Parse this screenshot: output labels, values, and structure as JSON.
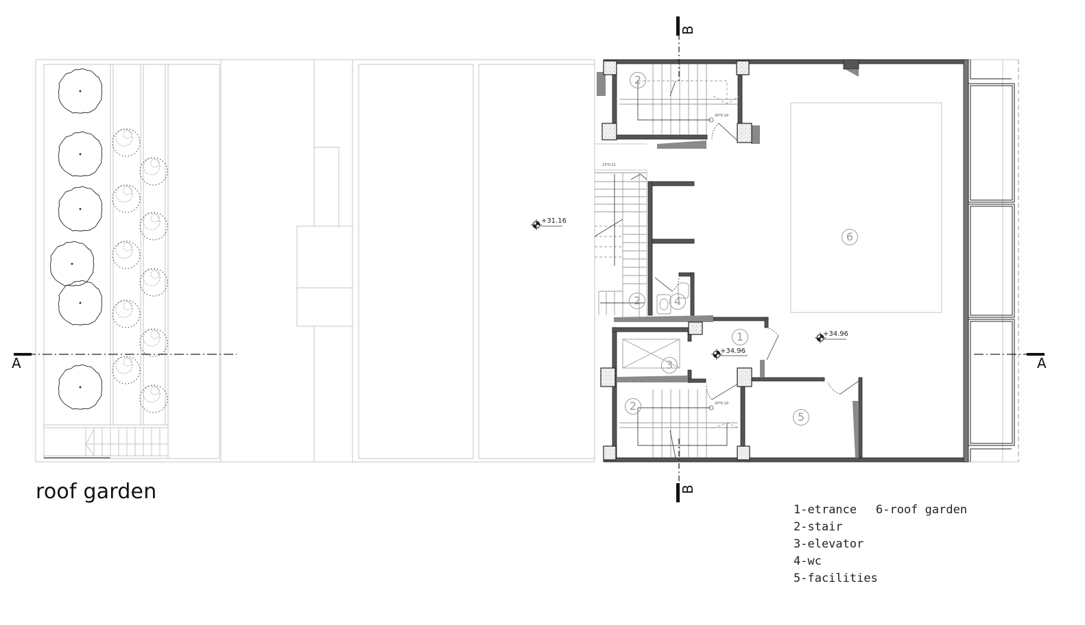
{
  "drawing": {
    "title": "roof garden",
    "type": "architectural floor plan"
  },
  "section_markers": {
    "a_left": "A",
    "a_right": "A",
    "b_top": "B",
    "b_bottom": "B"
  },
  "elevations": {
    "roof_slab": "+31.16",
    "entrance": "+34.96",
    "garden": "+34.96"
  },
  "stair_notes": {
    "upper_stair": "20*0.19",
    "lower_stair": "20*0.19",
    "side_stair": "13*0.21"
  },
  "room_numbers": {
    "stair_top": "2",
    "stair_side": "2",
    "stair_bottom": "2",
    "entrance": "1",
    "elevator": "3",
    "wc": "4",
    "facilities": "5",
    "roof_garden": "6"
  },
  "legend": {
    "column1": [
      "1-etrance",
      "2-stair",
      "3-elevator",
      "4-wc",
      "5-facilities"
    ],
    "column2": [
      "6-roof garden"
    ]
  },
  "colors": {
    "wall_fill": "#555555",
    "column_hatch": "#e8e8e8",
    "thin_line": "#bdbdbd",
    "dark_line": "#222222",
    "room_label": "#9a9a9a"
  }
}
